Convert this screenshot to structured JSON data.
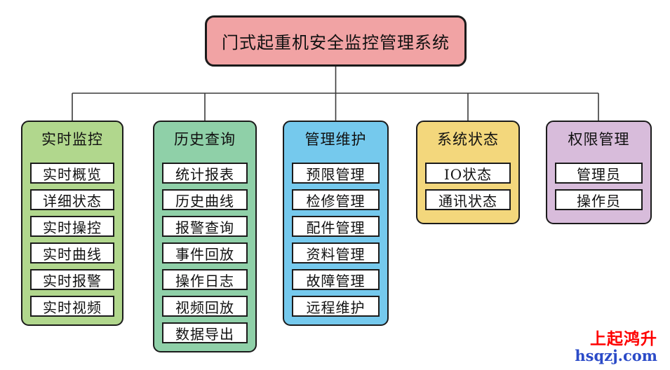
{
  "root": {
    "title": "门式起重机安全监控管理系统",
    "color": "#F1A3A4"
  },
  "branches": [
    {
      "title": "实时监控",
      "color": "#B1D78D",
      "items": [
        "实时概览",
        "详细状态",
        "实时操控",
        "实时曲线",
        "实时报警",
        "实时视频"
      ]
    },
    {
      "title": "历史查询",
      "color": "#8FD0A8",
      "items": [
        "统计报表",
        "历史曲线",
        "报警查询",
        "事件回放",
        "操作日志",
        "视频回放",
        "数据导出"
      ]
    },
    {
      "title": "管理维护",
      "color": "#75C9ED",
      "items": [
        "预限管理",
        "检修管理",
        "配件管理",
        "资料管理",
        "故障管理",
        "远程维护"
      ]
    },
    {
      "title": "系统状态",
      "color": "#F3D77C",
      "items": [
        "IO状态",
        "通讯状态"
      ]
    },
    {
      "title": "权限管理",
      "color": "#D8BCDB",
      "items": [
        "管理员",
        "操作员"
      ]
    }
  ],
  "connector_color": "#3a3a3a",
  "watermark": {
    "brand": "上起鸿升",
    "brand_color": "#FE0000",
    "site": "hsqzj.com",
    "site_color": "#2B4BC8"
  }
}
